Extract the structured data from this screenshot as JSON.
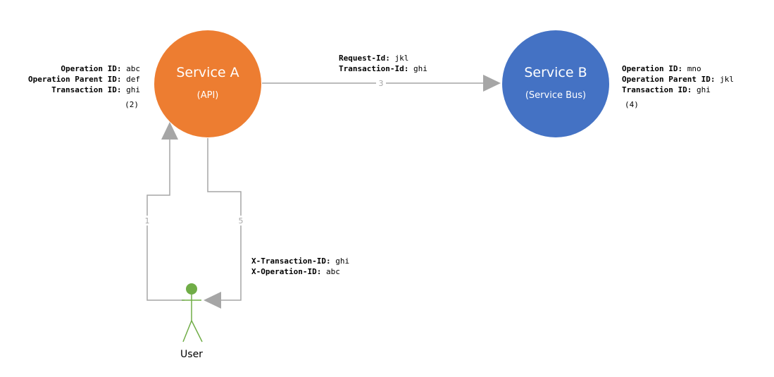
{
  "colors": {
    "service_a": "#ed7d31",
    "service_b": "#4472c4",
    "user": "#70ad47",
    "edge": "#a6a6a6"
  },
  "nodes": {
    "service_a": {
      "title": "Service A",
      "subtitle": "(API)"
    },
    "service_b": {
      "title": "Service B",
      "subtitle": "(Service Bus)"
    },
    "user": {
      "label": "User",
      "icon": "user-actor-icon"
    }
  },
  "edges": {
    "user_to_a": {
      "label": "1"
    },
    "a_to_b": {
      "label": "3"
    },
    "a_to_user": {
      "label": "5"
    }
  },
  "annotations": {
    "service_a_ids": {
      "lines": [
        {
          "key": "Operation ID:",
          "value": "abc"
        },
        {
          "key": "Operation Parent ID:",
          "value": "def"
        },
        {
          "key": "Transaction ID:",
          "value": "ghi"
        }
      ],
      "step": "(2)"
    },
    "request_headers": {
      "lines": [
        {
          "key": "Request-Id:",
          "value": "jkl"
        },
        {
          "key": "Transaction-Id:",
          "value": "ghi"
        }
      ]
    },
    "service_b_ids": {
      "lines": [
        {
          "key": "Operation ID:",
          "value": "mno"
        },
        {
          "key": "Operation Parent ID:",
          "value": "jkl"
        },
        {
          "key": "Transaction ID:",
          "value": "ghi"
        }
      ],
      "step": "(4)"
    },
    "response_headers": {
      "lines": [
        {
          "key": "X-Transaction-ID:",
          "value": "ghi"
        },
        {
          "key": "X-Operation-ID:",
          "value": "abc"
        }
      ]
    }
  }
}
